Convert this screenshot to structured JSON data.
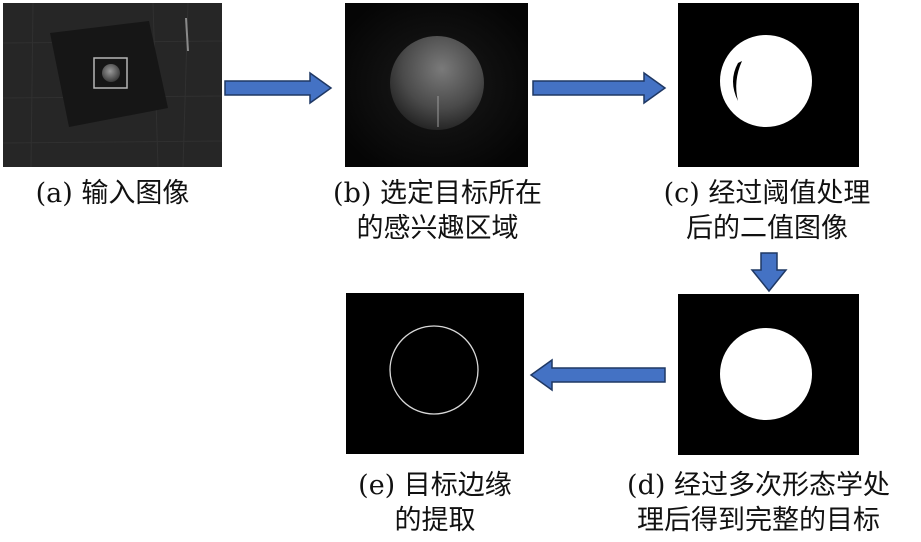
{
  "steps": [
    {
      "caption_line1": "(a) 输入图像",
      "caption_line2": ""
    },
    {
      "caption_line1": "(b) 选定目标所在",
      "caption_line2": "的感兴趣区域"
    },
    {
      "caption_line1": "(c) 经过阈值处理",
      "caption_line2": "后的二值图像"
    },
    {
      "caption_line1": "(d) 经过多次形态学处",
      "caption_line2": "理后得到完整的目标"
    },
    {
      "caption_line1": "(e) 目标边缘",
      "caption_line2": "的提取"
    }
  ],
  "colors": {
    "arrow_fill": "#4472c4",
    "arrow_stroke": "#1f3864",
    "background": "#ffffff"
  }
}
